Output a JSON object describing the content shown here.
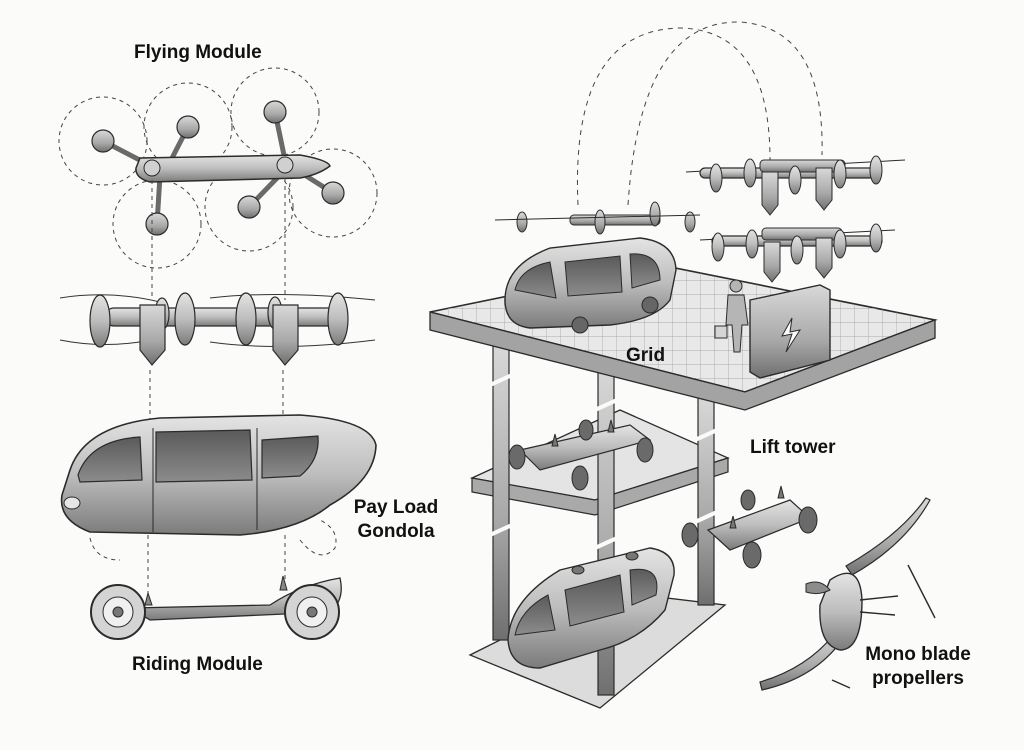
{
  "labels": {
    "flying_module": "Flying Module",
    "payload_line1": "Pay Load",
    "payload_line2": "Gondola",
    "riding_module": "Riding Module",
    "grid": "Grid",
    "lift_tower": "Lift tower",
    "mono_line1": "Mono blade",
    "mono_line2": "propellers"
  },
  "palette": {
    "ink": "#2b2b2b",
    "shade": "#bdbdbd",
    "mid": "#9a9a9a",
    "dark": "#555555",
    "paper": "#fbfbfa"
  },
  "icons": {
    "charging_station": "lightning-bolt-icon"
  }
}
